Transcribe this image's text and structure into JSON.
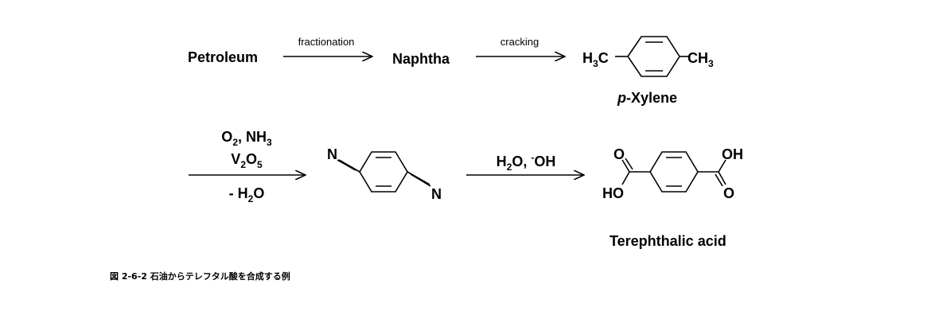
{
  "scheme": {
    "petroleum": "Petroleum",
    "step1_reagent": "fractionation",
    "naphtha": "Naphtha",
    "step2_reagent": "cracking",
    "xylene_left_group": {
      "atom": "H",
      "count": "3",
      "tail": "C"
    },
    "xylene_right_group": {
      "head": "CH",
      "count": "3"
    },
    "xylene_name_prefix": "p",
    "xylene_name_rest": "-Xylene",
    "step3": {
      "line1": {
        "o": "O",
        "o_count": "2",
        "sep": ", NH",
        "h_count": "3"
      },
      "line2": {
        "v": "V",
        "v_count": "2",
        "o": "O",
        "o_count": "5"
      },
      "line3": {
        "pre": "- H",
        "h_count": "2",
        "o": "O"
      }
    },
    "nitrile_atom_top": "N",
    "nitrile_atom_bottom": "N",
    "step4": {
      "h": "H",
      "h_count": "2",
      "mid": "O, ",
      "charge": "-",
      "oh": "OH"
    },
    "acid_atoms": {
      "o_top": "O",
      "oh_top": "OH",
      "ho_bottom": "HO",
      "o_bottom": "O"
    },
    "acid_name": "Terephthalic acid"
  },
  "caption": "図 2-6-2  石油からテレフタル酸を合成する例"
}
